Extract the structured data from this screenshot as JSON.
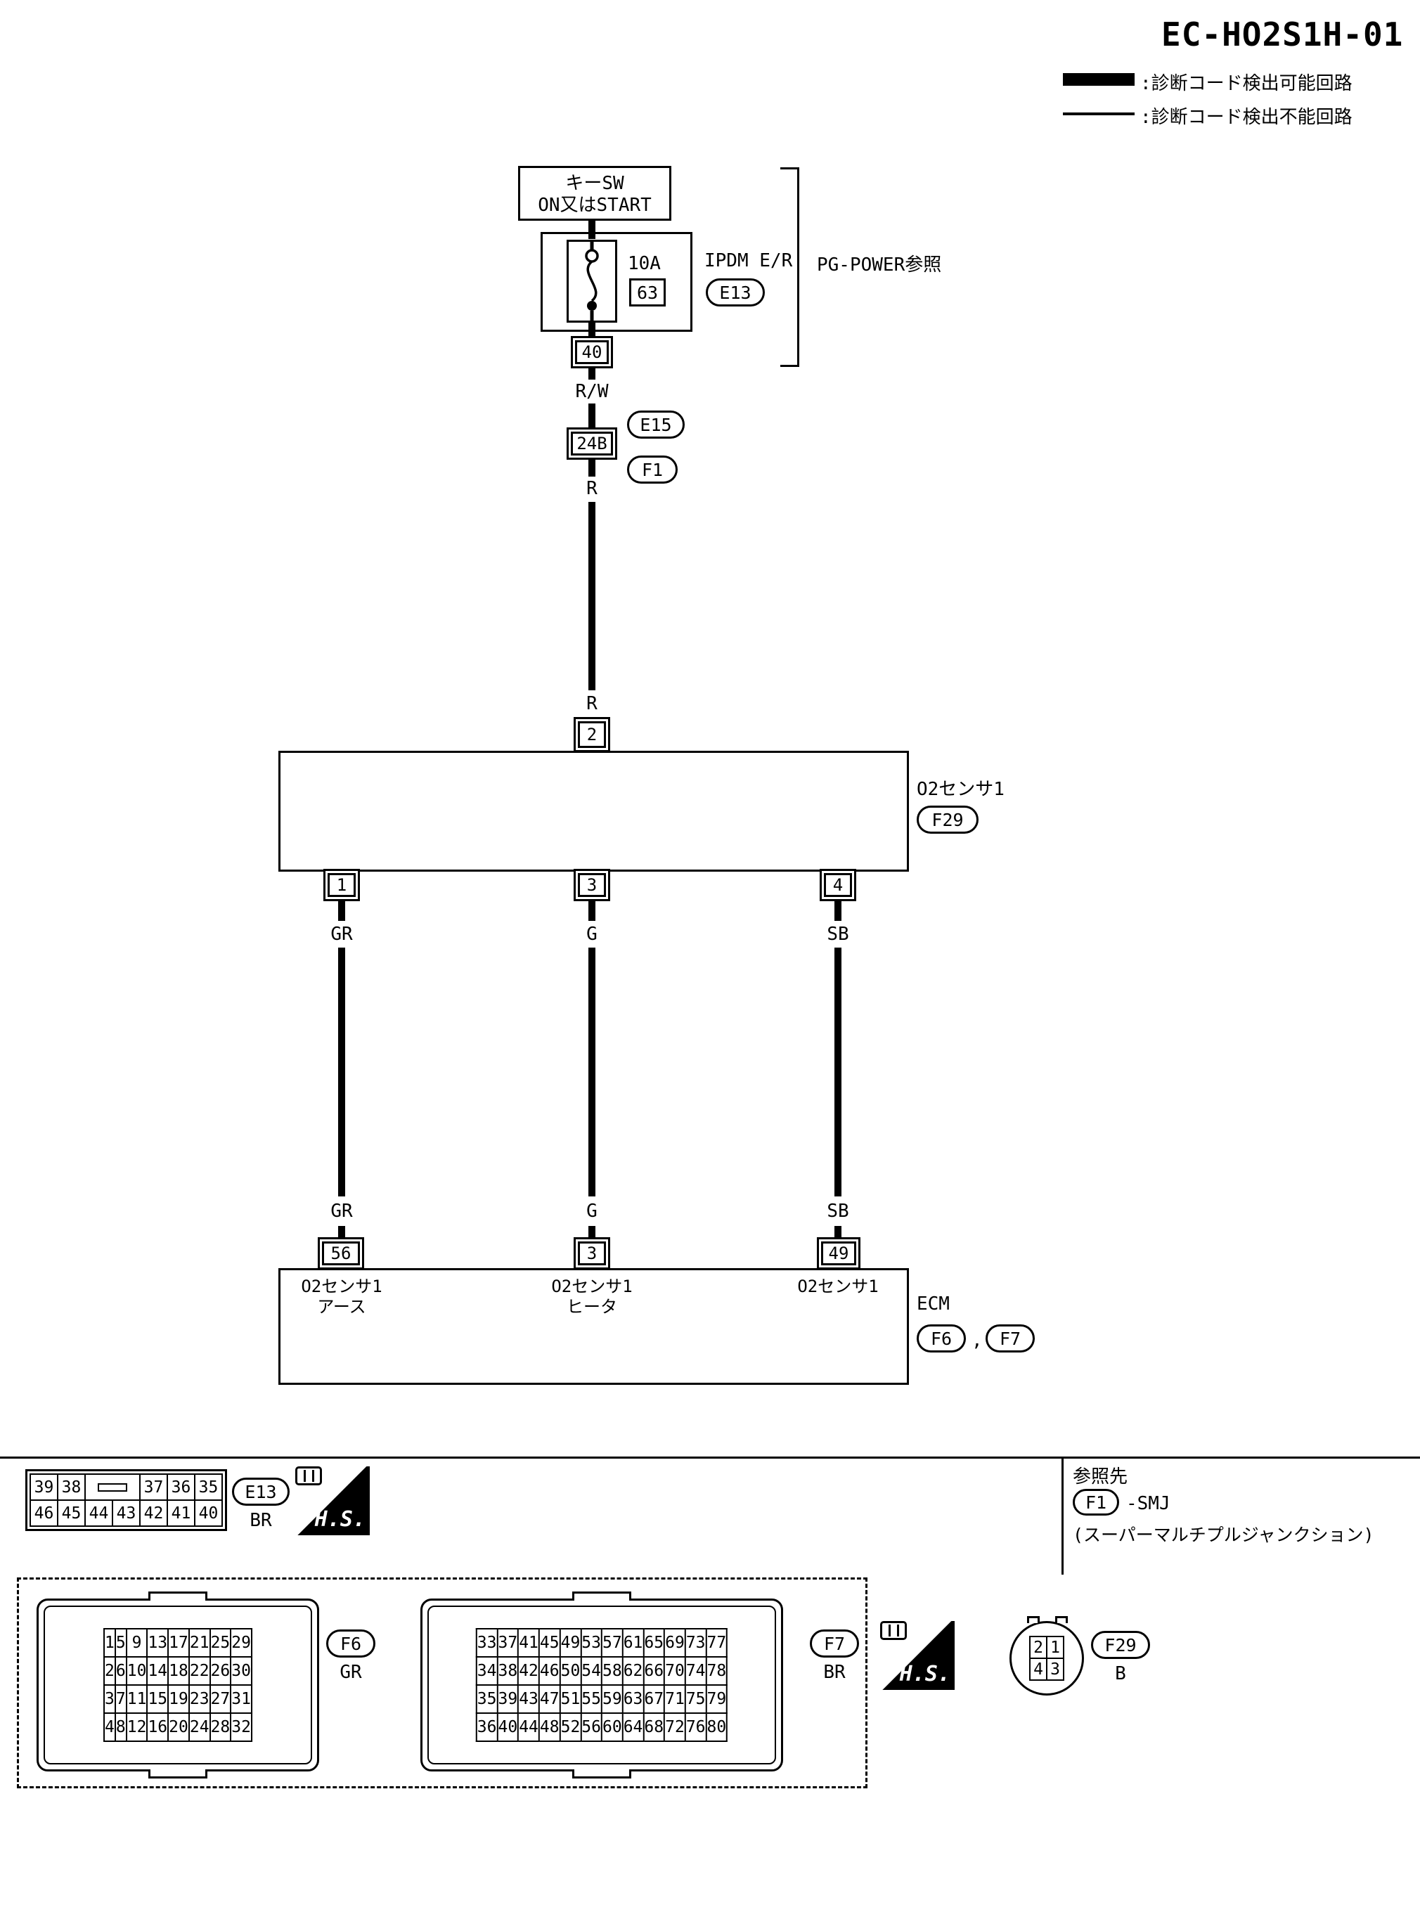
{
  "title": "EC-HO2S1H-01",
  "legend": {
    "detectable": ":診断コード検出可能回路",
    "not_detectable": ":診断コード検出不能回路"
  },
  "power_supply": {
    "key_switch_line1": "キーSW",
    "key_switch_line2": "ON又はSTART",
    "fuse_rating": "10A",
    "fuse_number": "63",
    "module_label": "IPDM E/R",
    "module_connector": "E13",
    "reference_note": "PG-POWER参照",
    "pin": "40",
    "wire_color_1": "R/W",
    "junction_connector": "24B",
    "junction_side_engine": "E15",
    "junction_side_body": "F1",
    "wire_color_2": "R",
    "wire_color_3": "R"
  },
  "o2_sensor": {
    "pin_power": "2",
    "name": "O2センサ1",
    "connector": "F29",
    "pin_ground": "1",
    "pin_heater": "3",
    "pin_signal": "4",
    "wire_ground_top": "GR",
    "wire_heater_top": "G",
    "wire_signal_top": "SB",
    "wire_ground_bottom": "GR",
    "wire_heater_bottom": "G",
    "wire_signal_bottom": "SB"
  },
  "ecm": {
    "pin_ground": "56",
    "pin_heater": "3",
    "pin_signal": "49",
    "terminal_ground_line1": "O2センサ1",
    "terminal_ground_line2": "アース",
    "terminal_heater_line1": "O2センサ1",
    "terminal_heater_line2": "ヒータ",
    "terminal_signal": "O2センサ1",
    "name": "ECM",
    "connector_1": "F6",
    "separator": ",",
    "connector_2": "F7"
  },
  "reference_section": {
    "heading": "参照先",
    "connector": "F1",
    "target": "-SMJ",
    "note": "(スーパーマルチプルジャンクション)"
  },
  "connector_views": {
    "hs_label": "H.S.",
    "e13": {
      "label": "E13",
      "color": "BR",
      "rows": [
        [
          "39",
          "38",
          "",
          "37",
          "36",
          "35"
        ],
        [
          "46",
          "45",
          "44",
          "43",
          "42",
          "41",
          "40"
        ]
      ]
    },
    "f6": {
      "label": "F6",
      "color": "GR",
      "rows": [
        [
          "1",
          "5",
          "9",
          "13",
          "17",
          "21",
          "25",
          "29"
        ],
        [
          "2",
          "6",
          "10",
          "14",
          "18",
          "22",
          "26",
          "30"
        ],
        [
          "3",
          "7",
          "11",
          "15",
          "19",
          "23",
          "27",
          "31"
        ],
        [
          "4",
          "8",
          "12",
          "16",
          "20",
          "24",
          "28",
          "32"
        ]
      ]
    },
    "f7": {
      "label": "F7",
      "color": "BR",
      "rows": [
        [
          "33",
          "37",
          "41",
          "45",
          "49",
          "53",
          "57",
          "61",
          "65",
          "69",
          "73",
          "77"
        ],
        [
          "34",
          "38",
          "42",
          "46",
          "50",
          "54",
          "58",
          "62",
          "66",
          "70",
          "74",
          "78"
        ],
        [
          "35",
          "39",
          "43",
          "47",
          "51",
          "55",
          "59",
          "63",
          "67",
          "71",
          "75",
          "79"
        ],
        [
          "36",
          "40",
          "44",
          "48",
          "52",
          "56",
          "60",
          "64",
          "68",
          "72",
          "76",
          "80"
        ]
      ]
    },
    "f29": {
      "label": "F29",
      "color": "B",
      "rows": [
        [
          "2",
          "1"
        ],
        [
          "4",
          "3"
        ]
      ]
    }
  }
}
